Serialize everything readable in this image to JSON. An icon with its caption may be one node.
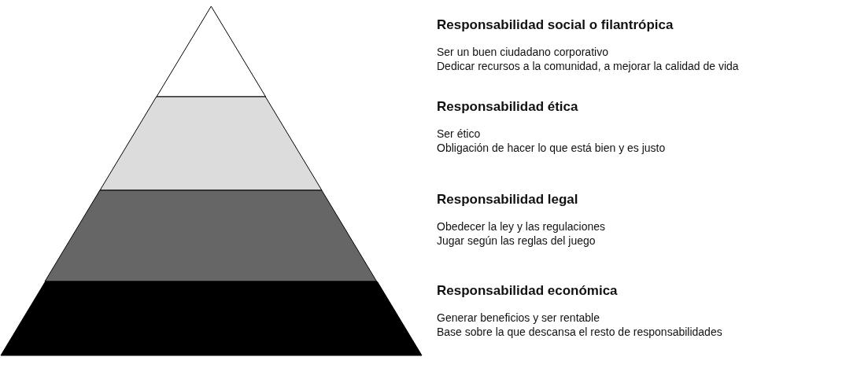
{
  "diagram": {
    "nodes": [
      {
        "text": [],
        "shape": "band",
        "beside": [
          "Responsabilidad social o filantrópica",
          "Ser un buen ciudadano corporativo",
          "Dedicar recursos a la comunidad, a mejorar la calidad de vida"
        ]
      },
      {
        "text": [],
        "shape": "band",
        "beside": [
          "Responsabilidad ética",
          "Ser ético",
          "Obligación de hacer lo que está bien y es justo"
        ]
      },
      {
        "text": [],
        "shape": "band",
        "beside": [
          "Responsabilidad legal",
          "Obedecer la ley y las regulaciones",
          "Jugar según las reglas del juego"
        ]
      },
      {
        "text": [],
        "shape": "band",
        "beside": [
          "Responsabilidad económica",
          "Generar beneficios y ser rentable",
          "Base sobre la que descansa el resto de responsabilidades"
        ]
      }
    ],
    "edges": []
  }
}
